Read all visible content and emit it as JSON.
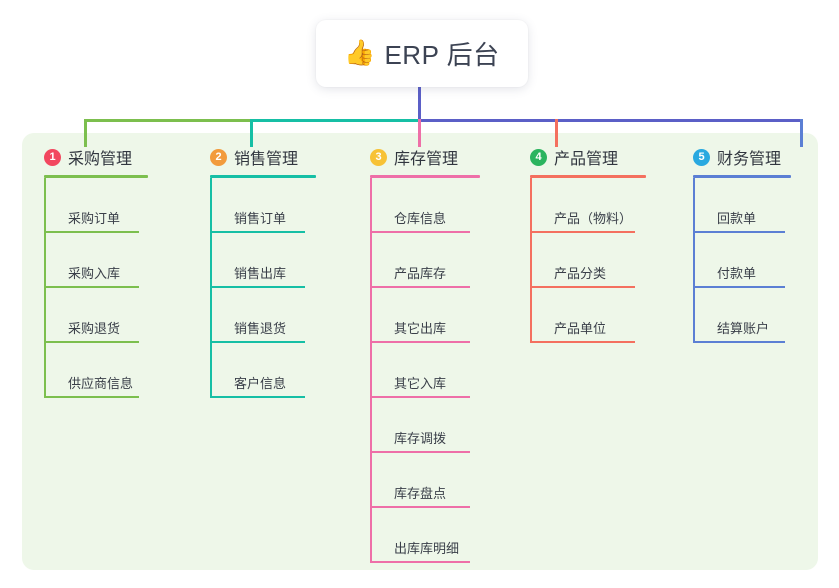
{
  "root": {
    "icon": "thumbs-up-emoji",
    "emoji": "👍",
    "title": "ERP 后台"
  },
  "colors": {
    "panel_bg": "#eef7e9",
    "card_bg": "#ffffff",
    "stem": "#5b5fc7",
    "green": "#7cbf4e",
    "teal": "#16bfa5",
    "pink": "#ee6fa8",
    "red": "#f4705f",
    "blue": "#5b7fd4",
    "badge1": "#f2475f",
    "badge2": "#f29b3c",
    "badge3": "#f7c236",
    "badge4": "#2bb45f",
    "badge5": "#29a9e0",
    "title_text": "#3c4353",
    "leaf_text": "#3a3f49"
  },
  "columns": [
    {
      "number": "1",
      "label": "采购管理",
      "accent": "#7cbf4e",
      "badge_color": "#f2475f",
      "items": [
        {
          "label": "采购订单"
        },
        {
          "label": "采购入库"
        },
        {
          "label": "采购退货"
        },
        {
          "label": "供应商信息"
        }
      ]
    },
    {
      "number": "2",
      "label": "销售管理",
      "accent": "#16bfa5",
      "badge_color": "#f29b3c",
      "items": [
        {
          "label": "销售订单"
        },
        {
          "label": "销售出库"
        },
        {
          "label": "销售退货"
        },
        {
          "label": "客户信息"
        }
      ]
    },
    {
      "number": "3",
      "label": "库存管理",
      "accent": "#ee6fa8",
      "badge_color": "#f7c236",
      "items": [
        {
          "label": "仓库信息"
        },
        {
          "label": "产品库存"
        },
        {
          "label": "其它出库"
        },
        {
          "label": "其它入库"
        },
        {
          "label": "库存调拨"
        },
        {
          "label": "库存盘点"
        },
        {
          "label": "出库库明细"
        }
      ]
    },
    {
      "number": "4",
      "label": "产品管理",
      "accent": "#f4705f",
      "badge_color": "#2bb45f",
      "items": [
        {
          "label": "产品（物料）"
        },
        {
          "label": "产品分类"
        },
        {
          "label": "产品单位"
        }
      ]
    },
    {
      "number": "5",
      "label": "财务管理",
      "accent": "#5b7fd4",
      "badge_color": "#29a9e0",
      "items": [
        {
          "label": "回款单"
        },
        {
          "label": "付款单"
        },
        {
          "label": "结算账户"
        }
      ]
    }
  ]
}
